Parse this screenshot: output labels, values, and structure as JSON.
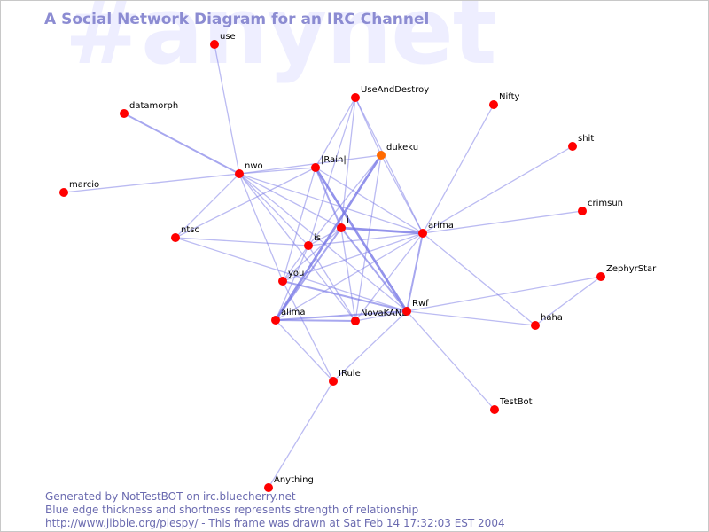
{
  "watermark": "#anynet",
  "title": "A Social Network Diagram for an IRC Channel",
  "footer": {
    "line1": "Generated by NotTestBOT on irc.bluecherry.net",
    "line2": "Blue edge thickness and shortness represents strength of relationship",
    "line3": "http://www.jibble.org/piespy/ - This frame was drawn at Sat Feb 14 17:32:03 EST 2004"
  },
  "colors": {
    "edge": "#7878e6",
    "node": "#ff0000",
    "node_highlight": "#ff6a00",
    "title": "#8c8cd2",
    "watermark": "#eeeeff"
  },
  "nodes": [
    {
      "id": "use",
      "label": "use"
    },
    {
      "id": "datamorph",
      "label": "datamorph"
    },
    {
      "id": "marcio",
      "label": "marcio"
    },
    {
      "id": "nwo",
      "label": "nwo"
    },
    {
      "id": "UseAndDestroy",
      "label": "UseAndDestroy"
    },
    {
      "id": "Nifty",
      "label": "Nifty"
    },
    {
      "id": "shit",
      "label": "shit"
    },
    {
      "id": "dukeku",
      "label": "dukeku",
      "highlight": true
    },
    {
      "id": "Rain",
      "label": "|Rain|"
    },
    {
      "id": "i",
      "label": "i"
    },
    {
      "id": "arima",
      "label": "arima"
    },
    {
      "id": "crimsun",
      "label": "crimsun"
    },
    {
      "id": "ntsc",
      "label": "ntsc"
    },
    {
      "id": "is",
      "label": "is"
    },
    {
      "id": "you",
      "label": "you"
    },
    {
      "id": "ZephyrStar",
      "label": "ZephyrStar"
    },
    {
      "id": "alima",
      "label": "alima"
    },
    {
      "id": "NovaKANE",
      "label": "NovaKANE"
    },
    {
      "id": "Rwf",
      "label": "Rwf"
    },
    {
      "id": "haha",
      "label": "haha"
    },
    {
      "id": "IRule",
      "label": "IRule"
    },
    {
      "id": "TestBot",
      "label": "TestBot"
    },
    {
      "id": "Anything",
      "label": "Anything"
    }
  ],
  "edges": [
    {
      "source": "use",
      "target": "nwo",
      "weight": 1
    },
    {
      "source": "datamorph",
      "target": "nwo",
      "weight": 2
    },
    {
      "source": "marcio",
      "target": "nwo",
      "weight": 1
    },
    {
      "source": "nwo",
      "target": "Rain",
      "weight": 1
    },
    {
      "source": "nwo",
      "target": "dukeku",
      "weight": 1
    },
    {
      "source": "nwo",
      "target": "i",
      "weight": 1
    },
    {
      "source": "nwo",
      "target": "arima",
      "weight": 1
    },
    {
      "source": "nwo",
      "target": "is",
      "weight": 1
    },
    {
      "source": "nwo",
      "target": "ntsc",
      "weight": 1
    },
    {
      "source": "nwo",
      "target": "you",
      "weight": 1
    },
    {
      "source": "nwo",
      "target": "Rwf",
      "weight": 1
    },
    {
      "source": "nwo",
      "target": "NovaKANE",
      "weight": 1
    },
    {
      "source": "UseAndDestroy",
      "target": "Rain",
      "weight": 1
    },
    {
      "source": "UseAndDestroy",
      "target": "dukeku",
      "weight": 1
    },
    {
      "source": "UseAndDestroy",
      "target": "i",
      "weight": 1
    },
    {
      "source": "UseAndDestroy",
      "target": "arima",
      "weight": 1
    },
    {
      "source": "UseAndDestroy",
      "target": "is",
      "weight": 1
    },
    {
      "source": "Nifty",
      "target": "arima",
      "weight": 1
    },
    {
      "source": "shit",
      "target": "arima",
      "weight": 1
    },
    {
      "source": "crimsun",
      "target": "arima",
      "weight": 1
    },
    {
      "source": "dukeku",
      "target": "alima",
      "weight": 3
    },
    {
      "source": "dukeku",
      "target": "NovaKANE",
      "weight": 1
    },
    {
      "source": "dukeku",
      "target": "arima",
      "weight": 1
    },
    {
      "source": "dukeku",
      "target": "is",
      "weight": 1
    },
    {
      "source": "Rain",
      "target": "i",
      "weight": 2
    },
    {
      "source": "Rain",
      "target": "Rwf",
      "weight": 3
    },
    {
      "source": "Rain",
      "target": "you",
      "weight": 1
    },
    {
      "source": "Rain",
      "target": "ntsc",
      "weight": 1
    },
    {
      "source": "Rain",
      "target": "arima",
      "weight": 1
    },
    {
      "source": "i",
      "target": "arima",
      "weight": 3
    },
    {
      "source": "i",
      "target": "alima",
      "weight": 2
    },
    {
      "source": "i",
      "target": "NovaKANE",
      "weight": 1
    },
    {
      "source": "i",
      "target": "Rwf",
      "weight": 2
    },
    {
      "source": "i",
      "target": "you",
      "weight": 1
    },
    {
      "source": "i",
      "target": "is",
      "weight": 1
    },
    {
      "source": "arima",
      "target": "is",
      "weight": 1
    },
    {
      "source": "arima",
      "target": "Rwf",
      "weight": 2
    },
    {
      "source": "arima",
      "target": "NovaKANE",
      "weight": 1
    },
    {
      "source": "arima",
      "target": "alima",
      "weight": 1
    },
    {
      "source": "arima",
      "target": "haha",
      "weight": 1
    },
    {
      "source": "arima",
      "target": "you",
      "weight": 1
    },
    {
      "source": "ZephyrStar",
      "target": "haha",
      "weight": 1
    },
    {
      "source": "ZephyrStar",
      "target": "Rwf",
      "weight": 1
    },
    {
      "source": "ntsc",
      "target": "is",
      "weight": 1
    },
    {
      "source": "ntsc",
      "target": "Rwf",
      "weight": 1
    },
    {
      "source": "is",
      "target": "you",
      "weight": 1
    },
    {
      "source": "is",
      "target": "alima",
      "weight": 1
    },
    {
      "source": "is",
      "target": "NovaKANE",
      "weight": 1
    },
    {
      "source": "you",
      "target": "Rwf",
      "weight": 2
    },
    {
      "source": "you",
      "target": "IRule",
      "weight": 1
    },
    {
      "source": "alima",
      "target": "NovaKANE",
      "weight": 2
    },
    {
      "source": "alima",
      "target": "Rwf",
      "weight": 2
    },
    {
      "source": "alima",
      "target": "IRule",
      "weight": 1
    },
    {
      "source": "NovaKANE",
      "target": "Rwf",
      "weight": 1
    },
    {
      "source": "Rwf",
      "target": "haha",
      "weight": 1
    },
    {
      "source": "Rwf",
      "target": "TestBot",
      "weight": 1
    },
    {
      "source": "Rwf",
      "target": "IRule",
      "weight": 1
    },
    {
      "source": "IRule",
      "target": "Anything",
      "weight": 1
    }
  ]
}
